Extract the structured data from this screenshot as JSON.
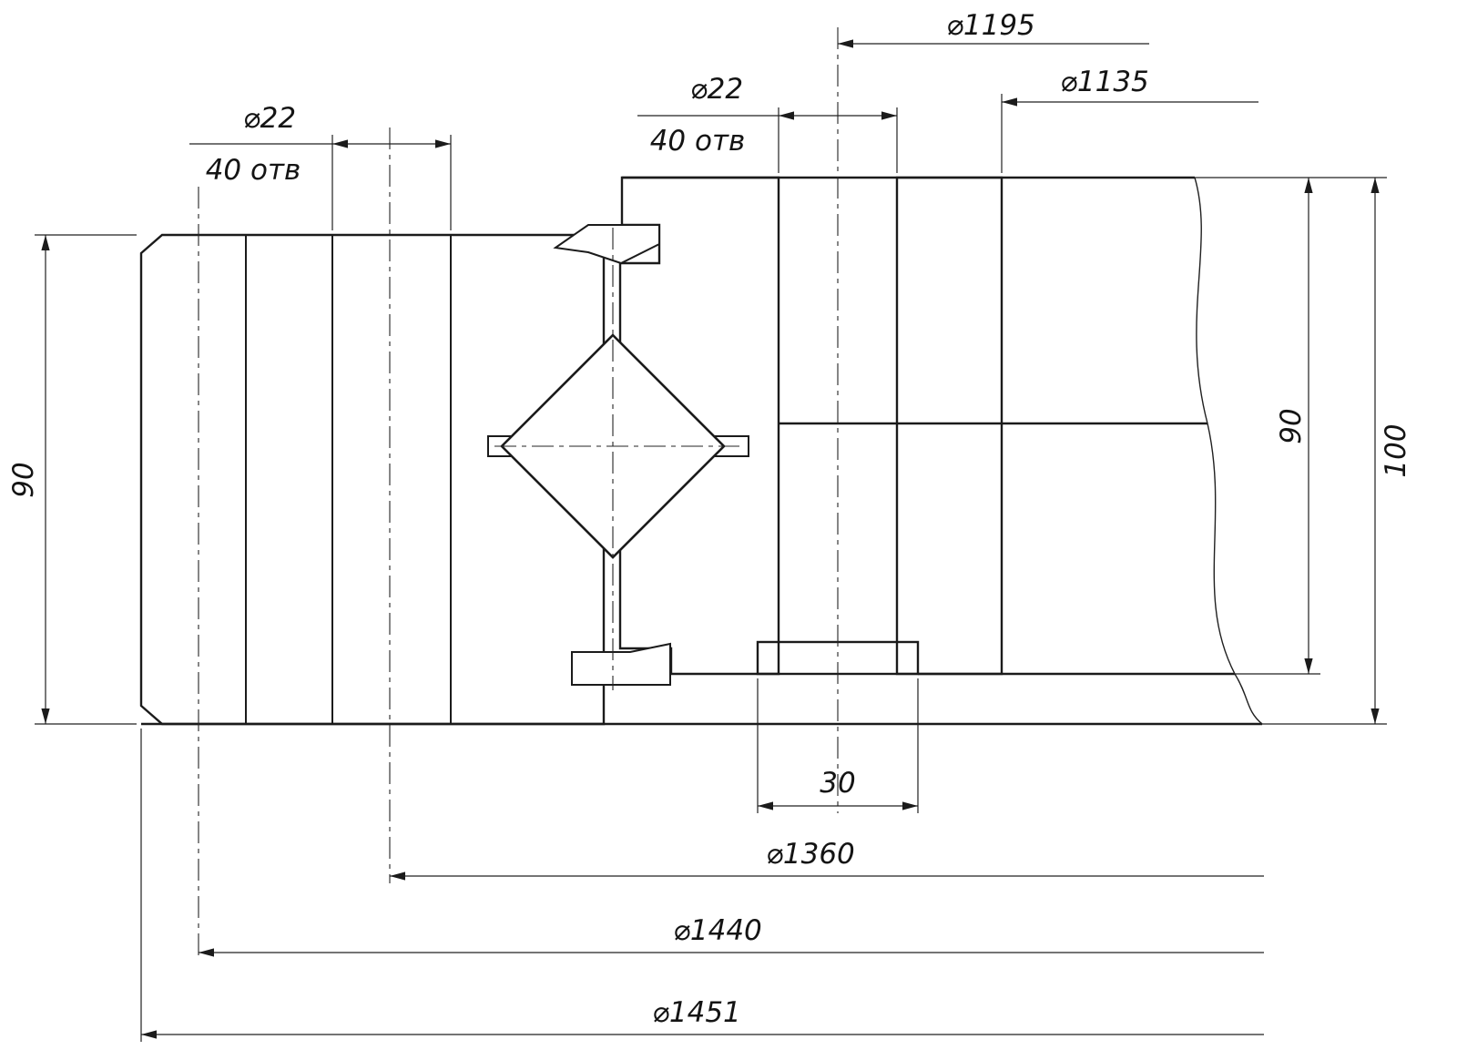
{
  "drawing": {
    "type": "bearing-cross-section",
    "colors": {
      "line": "#1b1b1b",
      "background": "#ffffff"
    },
    "labels": {
      "d22_left": "⌀22",
      "d22_left_qty": "40 отв",
      "d22_right": "⌀22",
      "d22_right_qty": "40 отв",
      "d1195": "⌀1195",
      "d1135": "⌀1135",
      "h90_left": "90",
      "h90_right": "90",
      "h100": "100",
      "w30": "30",
      "d1360": "⌀1360",
      "d1440": "⌀1440",
      "d1451": "⌀1451"
    }
  }
}
